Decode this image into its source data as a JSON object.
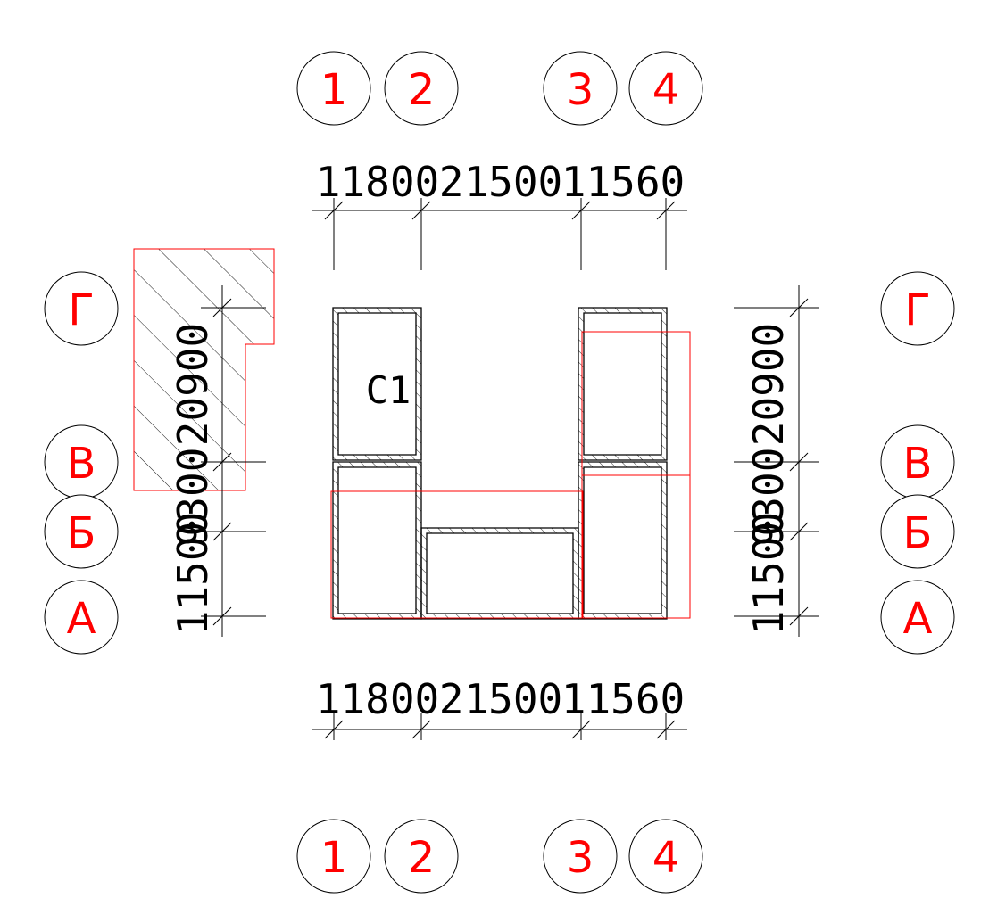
{
  "grid_axes": {
    "columns": [
      "1",
      "2",
      "3",
      "4"
    ],
    "rows": [
      "А",
      "Б",
      "В",
      "Г"
    ]
  },
  "dimensions": {
    "horizontal": [
      "11800",
      "21500",
      "11560"
    ],
    "vertical": [
      "11500",
      "9300",
      "20900"
    ]
  },
  "labels": {
    "room": "С1"
  },
  "colors": {
    "axis_label": "#ff0000",
    "line": "#000000",
    "highlight": "#ff0000"
  }
}
